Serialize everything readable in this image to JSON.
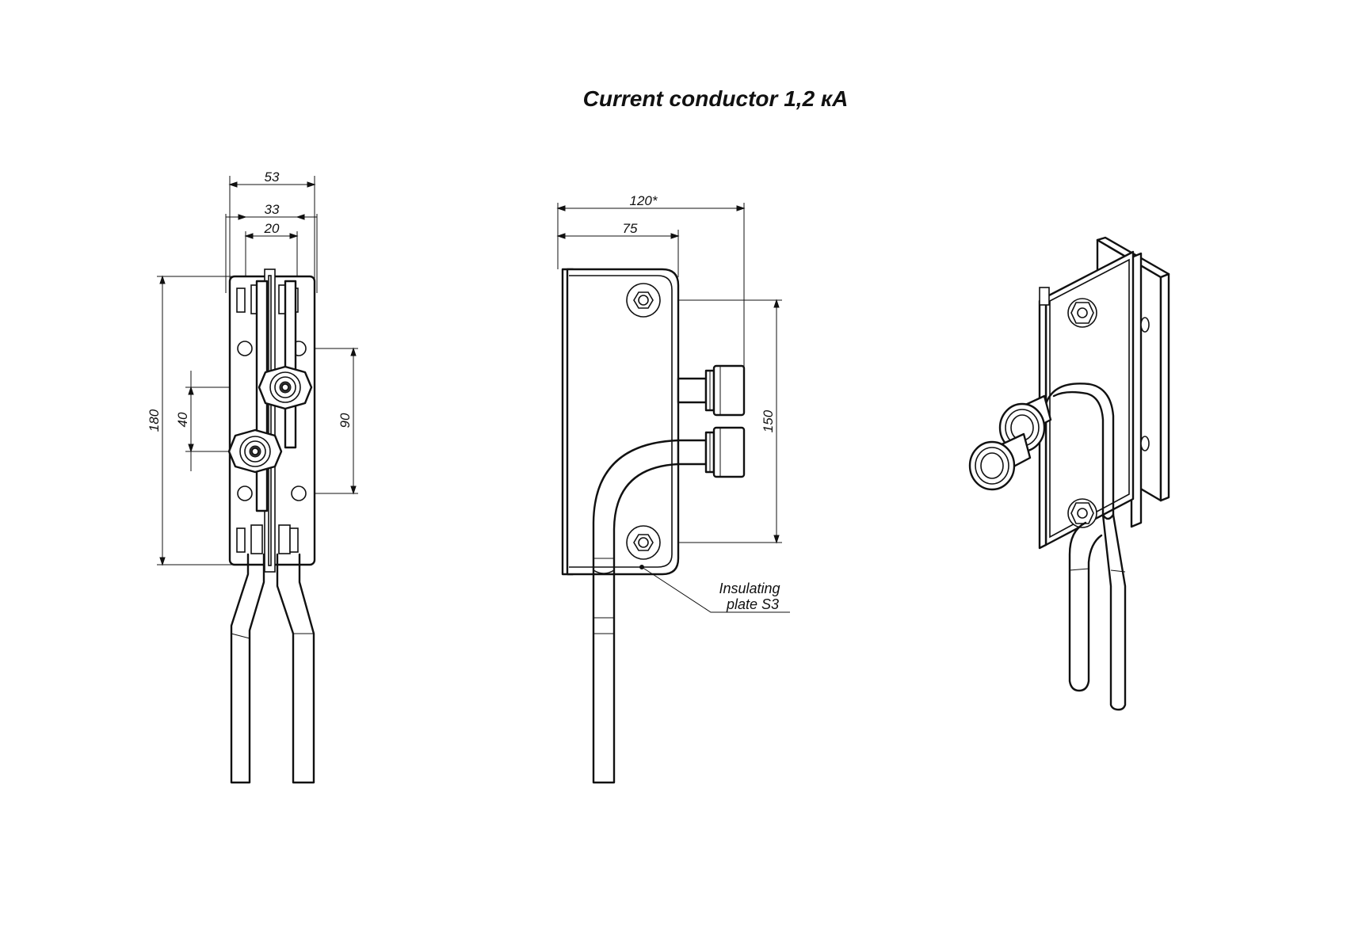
{
  "title": "Current conductor 1,2 кА",
  "front_view": {
    "dim_53": "53",
    "dim_33": "33",
    "dim_20": "20",
    "dim_180": "180",
    "dim_40": "40",
    "dim_90": "90"
  },
  "side_view": {
    "dim_120": "120*",
    "dim_75": "75",
    "dim_150": "150",
    "note_line1": "Insulating",
    "note_line2": "plate S3"
  }
}
